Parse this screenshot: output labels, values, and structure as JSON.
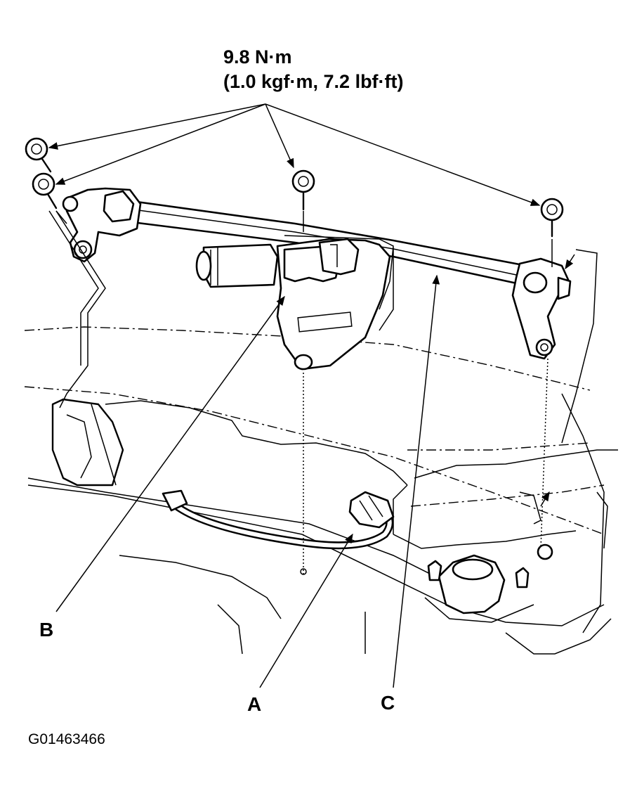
{
  "torque": {
    "line1": "9.8 N·m",
    "line2": "(1.0 kgf·m, 7.2 lbf·ft)"
  },
  "callouts": {
    "a": "A",
    "b": "B",
    "c": "C"
  },
  "figure_id": "G01463466"
}
